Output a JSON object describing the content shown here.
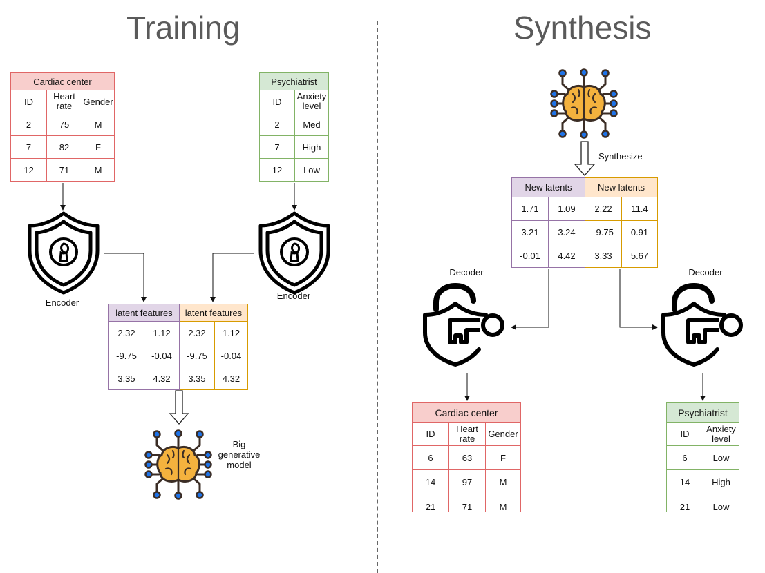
{
  "titles": {
    "training": "Training",
    "synthesis": "Synthesis"
  },
  "colors": {
    "red": "#e06666",
    "red_fill": "#f8cecc",
    "green": "#82b366",
    "green_fill": "#d5e8d4",
    "purple": "#9673a6",
    "purple_fill": "#e1d5e7",
    "orange": "#d79b00",
    "orange_fill": "#ffe6cc"
  },
  "training": {
    "cardiac_table": {
      "title": "Cardiac center",
      "headers": [
        "ID",
        "Heart rate",
        "Gender"
      ],
      "rows": [
        [
          "2",
          "75",
          "M"
        ],
        [
          "7",
          "82",
          "F"
        ],
        [
          "12",
          "71",
          "M"
        ]
      ]
    },
    "psych_table": {
      "title": "Psychiatrist",
      "headers": [
        "ID",
        "Anxiety level"
      ],
      "rows": [
        [
          "2",
          "Med"
        ],
        [
          "7",
          "High"
        ],
        [
          "12",
          "Low"
        ]
      ]
    },
    "encoder_left_label": "Encoder",
    "encoder_right_label": "Encoder",
    "latent_table": {
      "headers": [
        "latent features",
        "latent features"
      ],
      "rows": [
        [
          "2.32",
          "1.12",
          "2.32",
          "1.12"
        ],
        [
          "-9.75",
          "-0.04",
          "-9.75",
          "-0.04"
        ],
        [
          "3.35",
          "4.32",
          "3.35",
          "4.32"
        ]
      ]
    },
    "model_label": "Big generative model",
    "icons": [
      "shield-lock-icon",
      "brain-circuit-icon"
    ]
  },
  "synthesis": {
    "synthesize_label": "Synthesize",
    "new_latents_table": {
      "headers": [
        "New latents",
        "New latents"
      ],
      "rows": [
        [
          "1.71",
          "1.09",
          "2.22",
          "11.4"
        ],
        [
          "3.21",
          "3.24",
          "-9.75",
          "0.91"
        ],
        [
          "-0.01",
          "4.42",
          "3.33",
          "5.67"
        ]
      ]
    },
    "decoder_left_label": "Decoder",
    "decoder_right_label": "Decoder",
    "cardiac_table": {
      "title": "Cardiac center",
      "headers": [
        "ID",
        "Heart rate",
        "Gender"
      ],
      "rows": [
        [
          "6",
          "63",
          "F"
        ],
        [
          "14",
          "97",
          "M"
        ],
        [
          "21",
          "71",
          "M"
        ]
      ]
    },
    "psych_table": {
      "title": "Psychiatrist",
      "headers": [
        "ID",
        "Anxiety level"
      ],
      "rows": [
        [
          "6",
          "Low"
        ],
        [
          "14",
          "High"
        ],
        [
          "21",
          "Low"
        ]
      ]
    },
    "icons": [
      "brain-circuit-icon",
      "unlock-key-icon"
    ]
  }
}
